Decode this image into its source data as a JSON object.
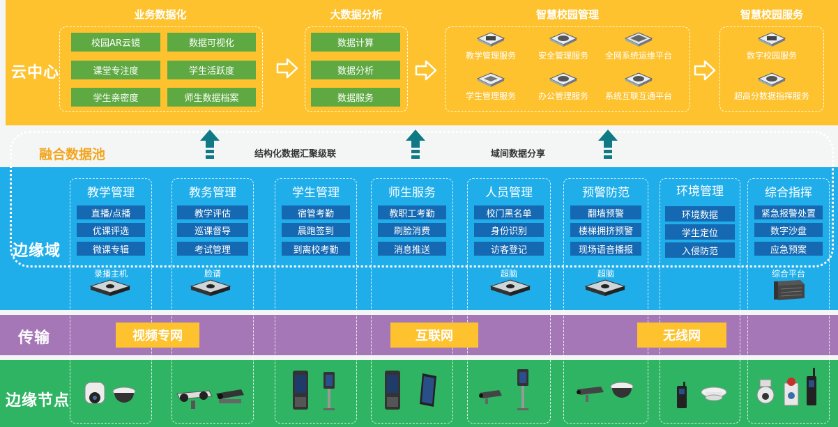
{
  "bands": {
    "cloud": "云中心",
    "edge": "边缘域",
    "transport": "传输",
    "nodes": "边缘节点"
  },
  "cloud_groups": [
    {
      "title": "业务数据化",
      "items": [
        "校园AR云镜",
        "数据可视化",
        "课堂专注度",
        "学生活跃度",
        "学生亲密度",
        "师生数据档案"
      ]
    },
    {
      "title": "大数据分析",
      "items": [
        "数据计算",
        "数据分析",
        "数据服务"
      ]
    },
    {
      "title": "智慧校园管理",
      "items": [
        "教学管理服务",
        "安全管理服务",
        "全网系统运维平台",
        "学生管理服务",
        "办公管理服务",
        "系统互联互通平台"
      ]
    },
    {
      "title": "智慧校园服务",
      "items": [
        "数字校园服务",
        "超高分数据指挥服务"
      ]
    }
  ],
  "pool": {
    "label": "融合数据池",
    "left_text": "结构化数据汇聚级联",
    "right_text": "域间数据分享"
  },
  "categories": [
    {
      "title": "教学管理",
      "items": [
        "直播/点播",
        "优课评选",
        "微课专辑"
      ],
      "device": "录播主机"
    },
    {
      "title": "教务管理",
      "items": [
        "教学评估",
        "巡课督导",
        "考试管理"
      ],
      "device": "脸谱"
    },
    {
      "title": "学生管理",
      "items": [
        "宿管考勤",
        "晨跑签到",
        "到离校考勤"
      ],
      "device": ""
    },
    {
      "title": "师生服务",
      "items": [
        "教职工考勤",
        "刷脸消费",
        "消息推送"
      ],
      "device": ""
    },
    {
      "title": "人员管理",
      "items": [
        "校门黑名单",
        "身份识别",
        "访客登记"
      ],
      "device": "超脑"
    },
    {
      "title": "预警防范",
      "items": [
        "翻墙预警",
        "楼梯拥挤预警",
        "现场语音播报"
      ],
      "device": "超脑"
    },
    {
      "title": "环境管理",
      "items": [
        "环境数据",
        "学生定位",
        "入侵防范"
      ],
      "device": ""
    },
    {
      "title": "综合指挥",
      "items": [
        "紧急报警处置",
        "数字沙盘",
        "应急预案"
      ],
      "device": "综合平台"
    }
  ],
  "networks": [
    "视频专网",
    "互联网",
    "无线网"
  ],
  "colors": {
    "cloud_band": "#fdc22e",
    "edge_band": "#20aeea",
    "transport_band": "#a577b6",
    "nodes_band": "#2fb463",
    "green_button": "#5fa943",
    "blue_button": "#1569b3",
    "arrow": "#0f7a86",
    "pool_label": "#f2a51d"
  }
}
